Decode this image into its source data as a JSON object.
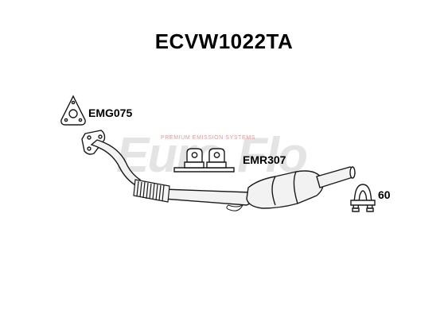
{
  "title": "ECVW1022TA",
  "watermark": {
    "tagline": "PREMIUM EMISSION SYSTEMS",
    "brand_left": "Euro",
    "brand_right": "Flo"
  },
  "parts": {
    "gasket_label": "EMG075",
    "rubber_label": "EMR307",
    "clamp_label": "60"
  },
  "colors": {
    "line": "#1a1a1a",
    "pipe_fill": "#f2f2f2",
    "watermark_grey": "#e4e4e4",
    "watermark_red": "#d99a9a"
  }
}
